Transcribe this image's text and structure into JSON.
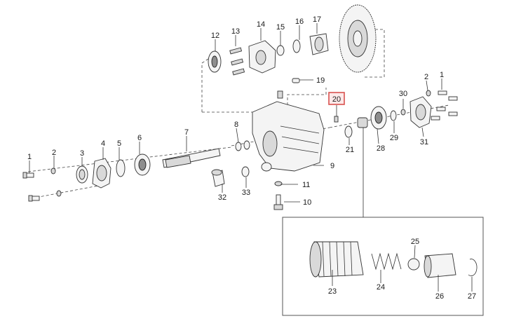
{
  "callouts": [
    "1",
    "2",
    "3",
    "4",
    "5",
    "6",
    "7",
    "8",
    "9",
    "10",
    "11",
    "12",
    "13",
    "14",
    "15",
    "16",
    "17",
    "19",
    "20",
    "21",
    "23",
    "24",
    "25",
    "26",
    "27",
    "28",
    "29",
    "30",
    "31",
    "32",
    "33"
  ],
  "extra_callouts": [
    "1",
    "2"
  ],
  "highlighted_callout": "20",
  "highlight_color": "#d9534f"
}
